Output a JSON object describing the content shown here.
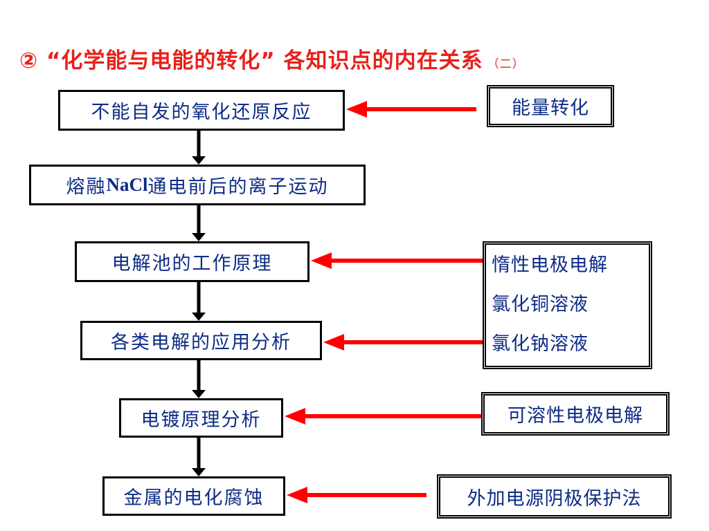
{
  "title": {
    "main": "② “化学能与电能的转化” 各知识点的内在关系",
    "sub": "（二）"
  },
  "flow_steps": [
    {
      "label": "不能自发的氧化还原反应"
    },
    {
      "label_pre": "熔融",
      "label_latin": "NaCl",
      "label_post": "通电前后的离子运动"
    },
    {
      "label": "电解池的工作原理"
    },
    {
      "label": "各类电解的应用分析"
    },
    {
      "label": "电镀原理分析"
    },
    {
      "label": "金属的电化腐蚀"
    }
  ],
  "side_notes": {
    "energy": "能量转化",
    "inert": [
      "惰性电极电解",
      "氯化铜溶液",
      "氯化钠溶液"
    ],
    "soluble": "可溶性电极电解",
    "protection": "外加电源阴极保护法"
  },
  "colors": {
    "title": "#e8201a",
    "box_text": "#0d2c86",
    "side_arrow": "#ff0000",
    "flow_arrow": "#000000"
  }
}
